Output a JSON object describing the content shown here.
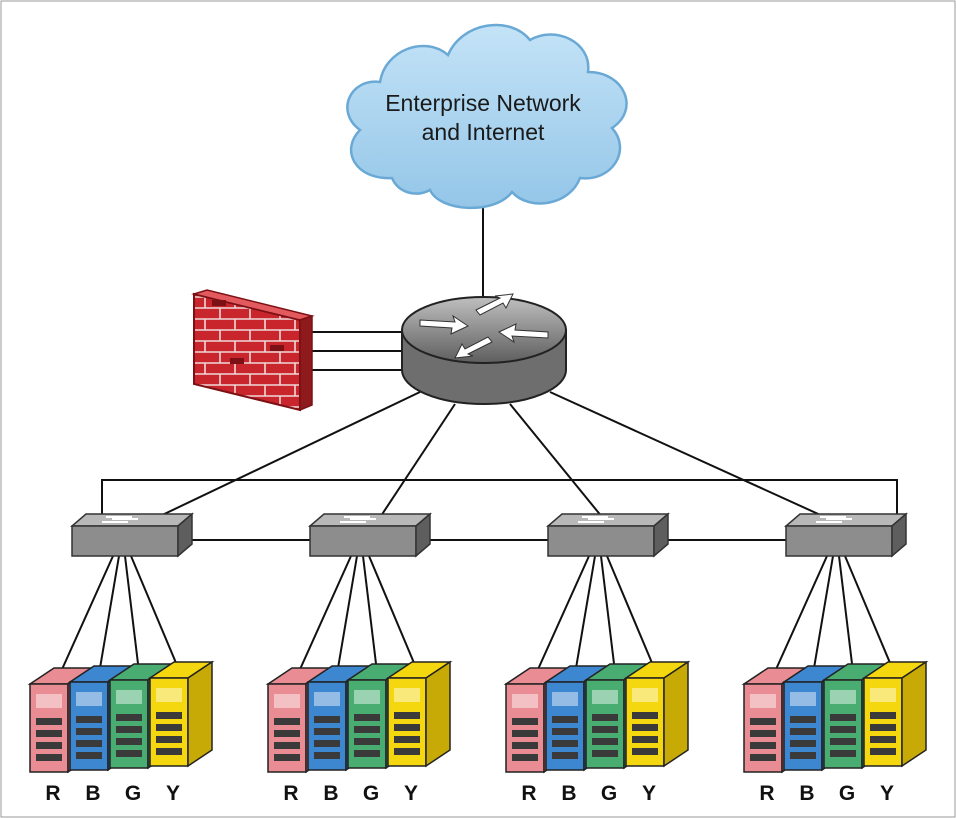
{
  "cloud": {
    "line1": "Enterprise Network",
    "line2": "and Internet"
  },
  "icons": {
    "cloud": "cloud-icon",
    "router": "router-icon",
    "firewall": "firewall-icon",
    "switch": "switch-icon",
    "server": "server-icon"
  },
  "colors": {
    "cloud": "#a8d3ee",
    "firewall": "#c8262c",
    "router": "#7a7a7a",
    "switch": "#8d8d8d",
    "server_red": "#e98c93",
    "server_blue": "#3d86d0",
    "server_green": "#49ad72",
    "server_yellow": "#f4d70e"
  },
  "server_groups": [
    {
      "servers": [
        {
          "color": "red",
          "label": "R"
        },
        {
          "color": "blue",
          "label": "B"
        },
        {
          "color": "green",
          "label": "G"
        },
        {
          "color": "yellow",
          "label": "Y"
        }
      ]
    },
    {
      "servers": [
        {
          "color": "red",
          "label": "R"
        },
        {
          "color": "blue",
          "label": "B"
        },
        {
          "color": "green",
          "label": "G"
        },
        {
          "color": "yellow",
          "label": "Y"
        }
      ]
    },
    {
      "servers": [
        {
          "color": "red",
          "label": "R"
        },
        {
          "color": "blue",
          "label": "B"
        },
        {
          "color": "green",
          "label": "G"
        },
        {
          "color": "yellow",
          "label": "Y"
        }
      ]
    },
    {
      "servers": [
        {
          "color": "red",
          "label": "R"
        },
        {
          "color": "blue",
          "label": "B"
        },
        {
          "color": "green",
          "label": "G"
        },
        {
          "color": "yellow",
          "label": "Y"
        }
      ]
    }
  ]
}
